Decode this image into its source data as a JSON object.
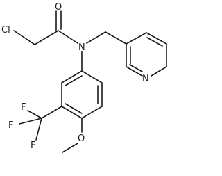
{
  "molecule": {
    "atoms": {
      "chlorine": "Cl",
      "carbonyl_oxygen": "O",
      "amide_nitrogen": "N",
      "pyridine_nitrogen": "N",
      "methoxy_oxygen": "O",
      "fluorine_1": "F",
      "fluorine_2": "F",
      "fluorine_3": "F"
    }
  }
}
